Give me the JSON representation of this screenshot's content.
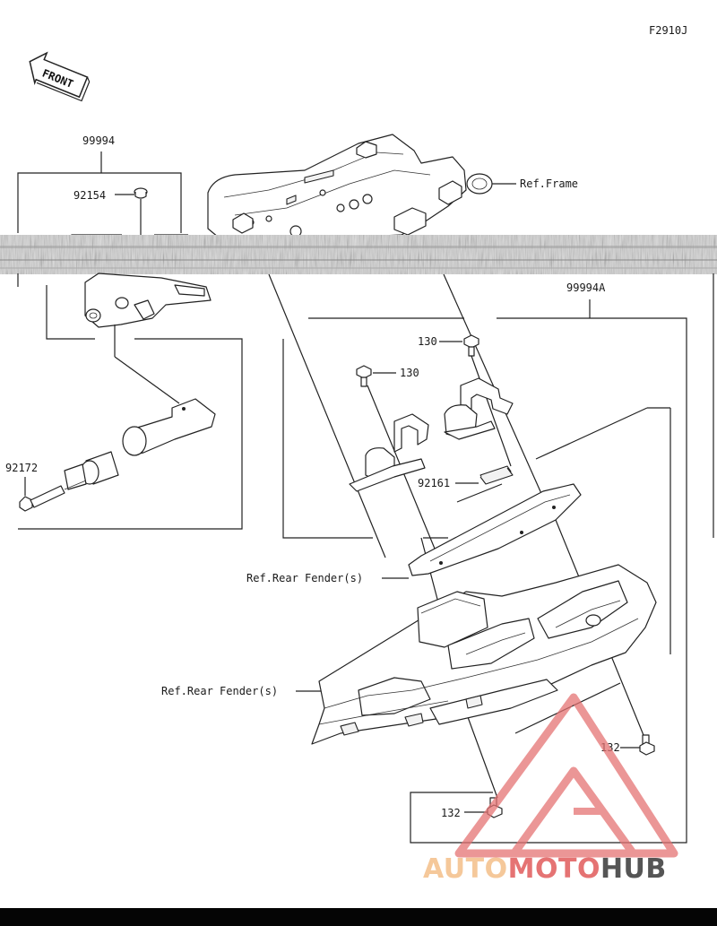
{
  "diagram_code": "F2910J",
  "front_arrow_label": "FRONT",
  "labels": {
    "kit_99994": "99994",
    "bolt_92154": "92154",
    "bolt_92172": "92172",
    "ref_frame": "Ref.Frame",
    "kit_99994a": "99994A",
    "bolt_130_upper": "130",
    "bolt_130_lower": "130",
    "part_92161": "92161",
    "ref_rear_fender_1": "Ref.Rear Fender(s)",
    "ref_rear_fender_2": "Ref.Rear Fender(s)",
    "bolt_132_right": "132",
    "bolt_132_left": "132"
  },
  "watermark": {
    "part1": "AUTO",
    "part2": "MOTO",
    "part3": "HUB",
    "color_light": "#f5c89a",
    "color_red": "#e57373",
    "color_dark": "#555555"
  }
}
